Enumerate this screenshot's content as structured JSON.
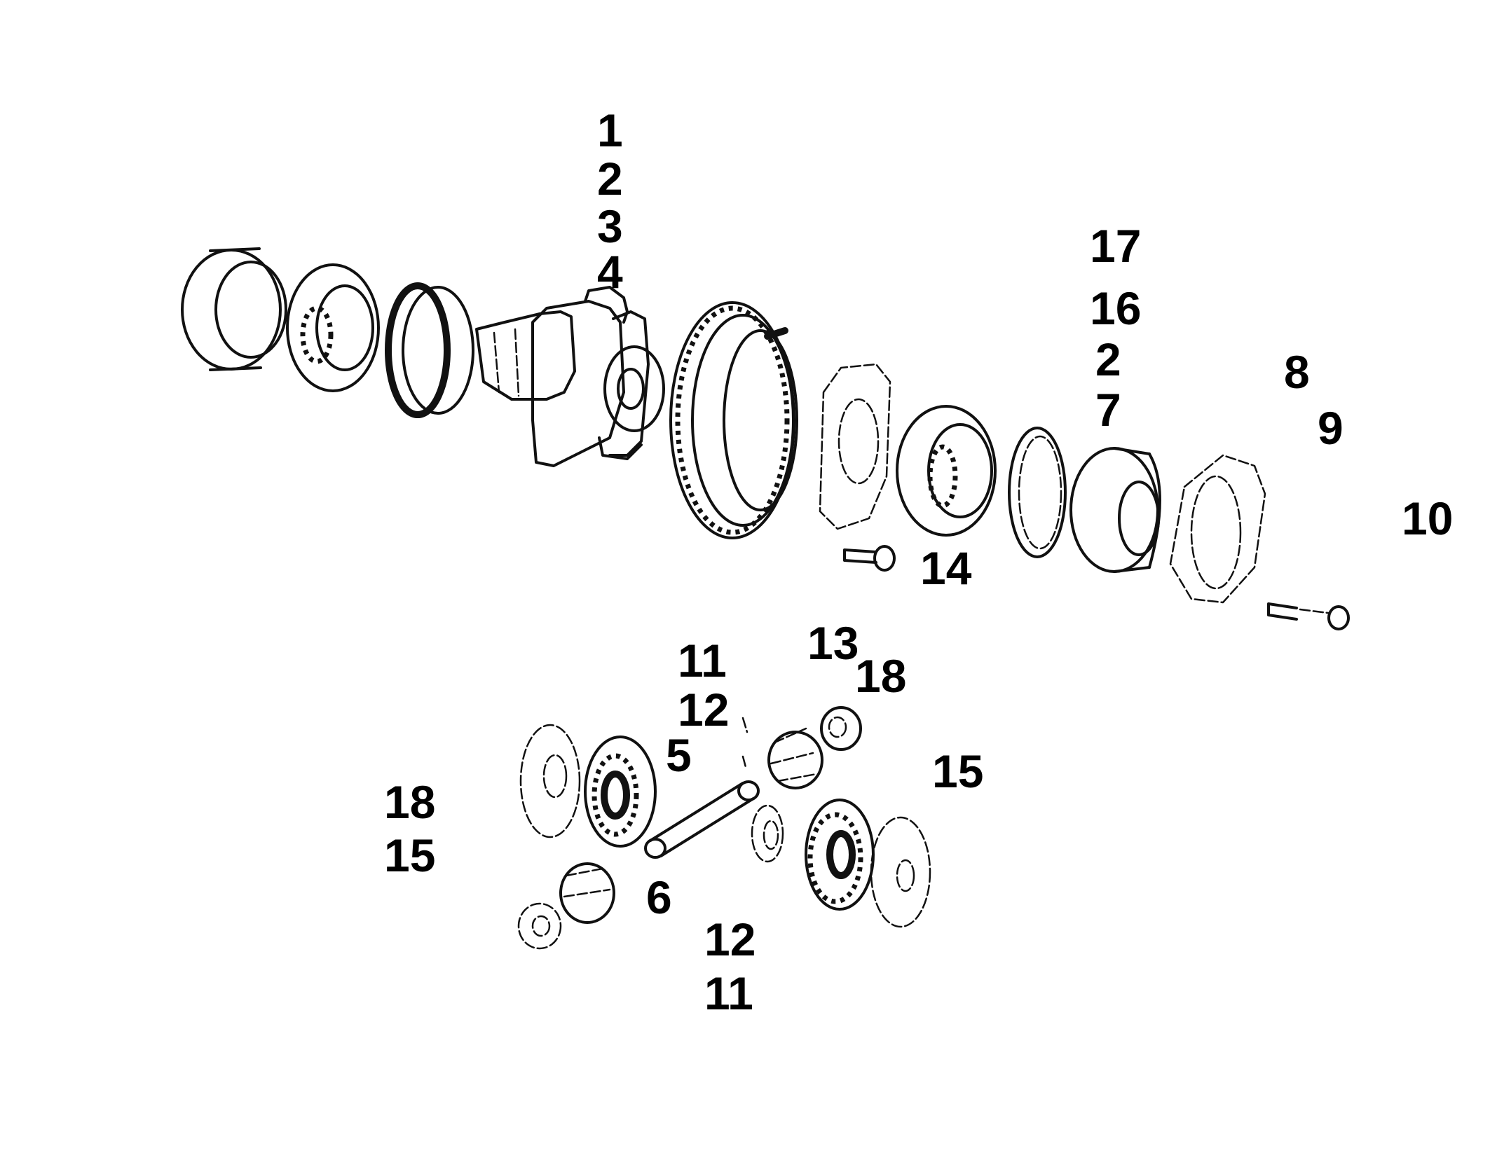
{
  "labels": [
    {
      "id": "l1",
      "text": "1"
    },
    {
      "id": "l2",
      "text": "2"
    },
    {
      "id": "l3",
      "text": "3"
    },
    {
      "id": "l4",
      "text": "4"
    },
    {
      "id": "l5",
      "text": "17"
    },
    {
      "id": "l6",
      "text": "16"
    },
    {
      "id": "l7",
      "text": "2"
    },
    {
      "id": "l8",
      "text": "7"
    },
    {
      "id": "l9",
      "text": "8"
    },
    {
      "id": "l10",
      "text": "9"
    },
    {
      "id": "l11",
      "text": "10"
    },
    {
      "id": "l12",
      "text": "14"
    },
    {
      "id": "l13",
      "text": "11"
    },
    {
      "id": "l14",
      "text": "12"
    },
    {
      "id": "l15",
      "text": "13"
    },
    {
      "id": "l16",
      "text": "18"
    },
    {
      "id": "l17",
      "text": "5"
    },
    {
      "id": "l18",
      "text": "15"
    },
    {
      "id": "l19",
      "text": "18"
    },
    {
      "id": "l20",
      "text": "15"
    },
    {
      "id": "l21",
      "text": "6"
    },
    {
      "id": "l22",
      "text": "12"
    },
    {
      "id": "l23",
      "text": "11"
    }
  ]
}
